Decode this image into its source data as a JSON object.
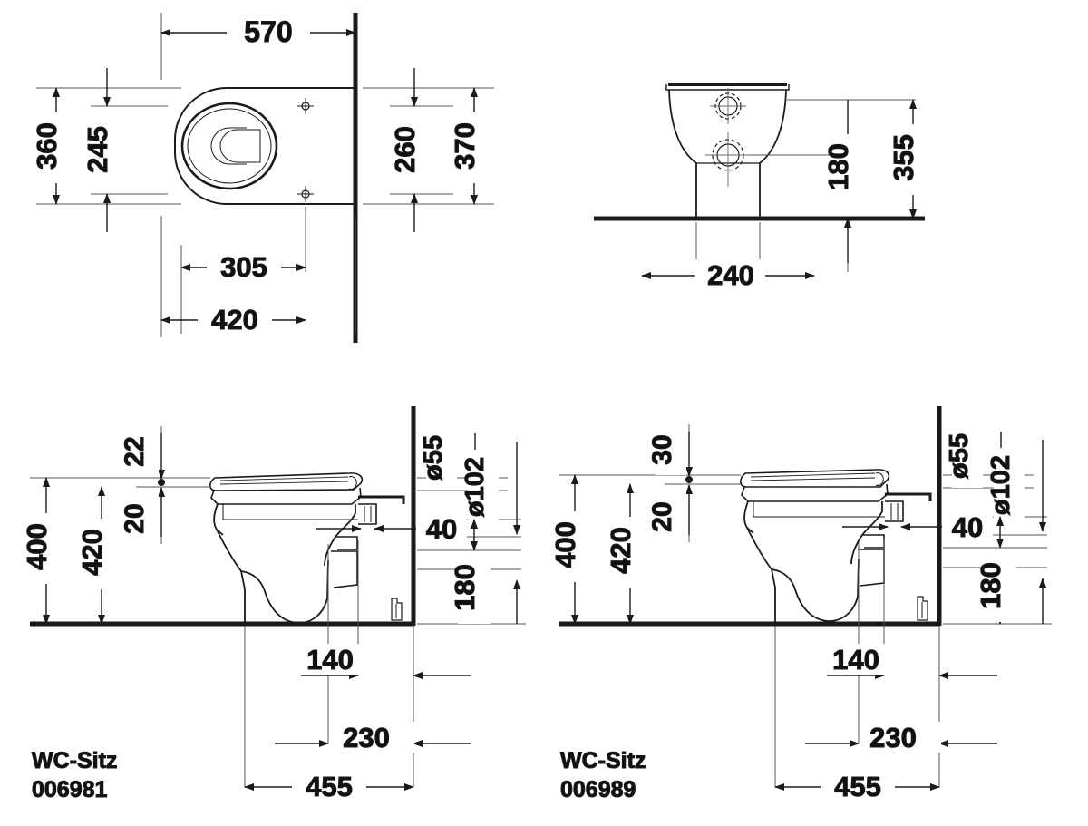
{
  "drawing": {
    "title": "Duravit WC technical drawing",
    "units": "mm",
    "line_color": "#1a1a1a",
    "background": "#ffffff"
  },
  "views": {
    "plan": {
      "name": "plan-view-top-left",
      "dimensions": {
        "overall_depth_570": "570",
        "width_360": "360",
        "width_245": "245",
        "width_260": "260",
        "width_370": "370",
        "bolt_spacing_305": "305",
        "bowl_length_420": "420"
      }
    },
    "front": {
      "name": "front-elevation-top-right",
      "dimensions": {
        "height_355": "355",
        "outlet_height_180": "180",
        "foot_width_240": "240"
      }
    },
    "section_left": {
      "name": "side-section-bottom-left",
      "part_label_line1": "WC-Sitz",
      "part_label_line2": "006981",
      "dimensions": {
        "seat_top_22": "22",
        "seat_20": "20",
        "rim_height_400": "400",
        "seat_height_420": "420",
        "dia_55": "ø55",
        "dia_102": "ø102",
        "offset_40": "40",
        "outlet_height_180": "180",
        "outlet_140": "140",
        "outlet_230": "230",
        "projection_455": "455"
      }
    },
    "section_right": {
      "name": "side-section-bottom-right",
      "part_label_line1": "WC-Sitz",
      "part_label_line2": "006989",
      "dimensions": {
        "seat_top_30": "30",
        "seat_20": "20",
        "rim_height_400": "400",
        "seat_height_420": "420",
        "dia_55": "ø55",
        "dia_102": "ø102",
        "offset_40": "40",
        "outlet_height_180": "180",
        "outlet_140": "140",
        "outlet_230": "230",
        "projection_455": "455"
      }
    }
  }
}
